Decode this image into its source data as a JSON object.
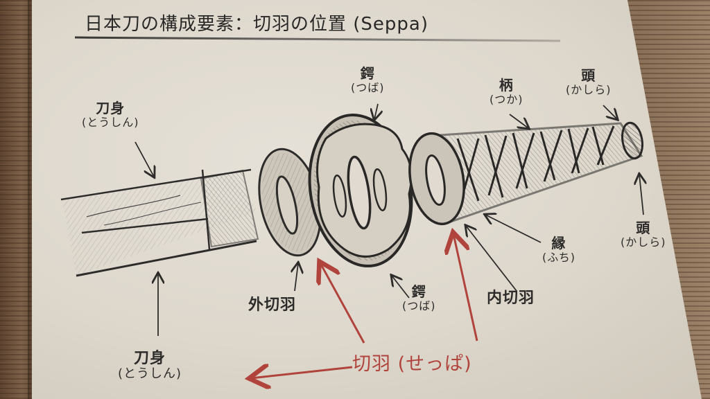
{
  "title": "日本刀の構成要素：切羽の位置 (Seppa)",
  "colors": {
    "paper": "#ddd7cc",
    "pencil": "#2e2c2a",
    "red_pencil": "#b0433c",
    "wood": "#7a5f45"
  },
  "labels": {
    "blade_top": {
      "kanji": "刀身",
      "kana": "(とうしん)"
    },
    "tsuba_top": {
      "kanji": "鍔",
      "kana": "(つば)"
    },
    "tsuka": {
      "kanji": "柄",
      "kana": "(つか)"
    },
    "kashira_top": {
      "kanji": "頭",
      "kana": "(かしら)"
    },
    "kashira_right": {
      "kanji": "頭",
      "kana": "(かしら)"
    },
    "fuchi": {
      "kanji": "縁",
      "kana": "(ふち)"
    },
    "uchi_seppa": {
      "kanji": "内切羽"
    },
    "soto_seppa": {
      "kanji": "外切羽"
    },
    "tsuba_bottom": {
      "kanji": "鍔",
      "kana": "(つば)"
    },
    "blade_bottom": {
      "kanji": "刀身",
      "kana": "(とうしん)"
    }
  },
  "highlight": {
    "text": "切羽 (せっぱ)",
    "arrow_direction": "left"
  },
  "components": [
    "blade",
    "outer-seppa",
    "tsuba",
    "inner-seppa-and-fuchi",
    "tsuka",
    "kashira"
  ]
}
